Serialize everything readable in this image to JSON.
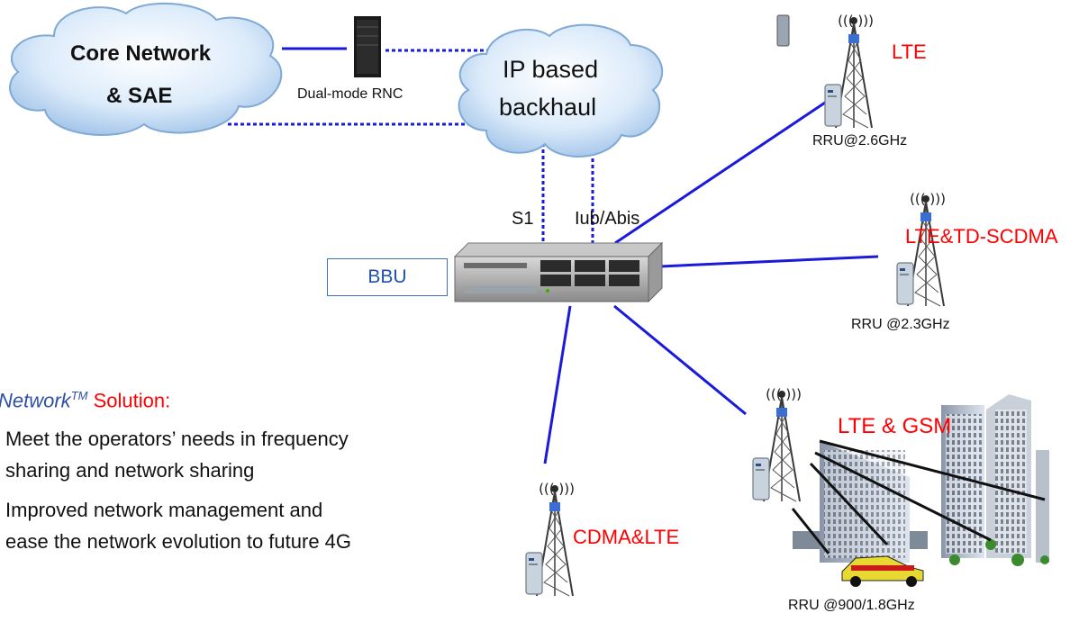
{
  "cloud_core": {
    "line1": "Core Network",
    "line2": "& SAE"
  },
  "cloud_ip": {
    "line1": "IP based",
    "line2": "backhaul"
  },
  "rnc_label": "Dual-mode RNC",
  "bbu_label": "BBU",
  "iface_s1": "S1",
  "iface_iub": "Iub/Abis",
  "sites": {
    "lte": {
      "tech": "LTE",
      "rru": "RRU@2.6GHz"
    },
    "td": {
      "tech": "LTE&TD-SCDMA",
      "rru": "RRU @2.3GHz"
    },
    "gsm": {
      "tech": "LTE & GSM",
      "rru": "RRU @900/1.8GHz"
    },
    "cdma": {
      "tech": "CDMA&LTE"
    }
  },
  "solution": {
    "brand": "Network",
    "tm": "TM",
    "suffix": " Solution:",
    "items": [
      "Meet the operators’ needs in frequency",
      "sharing and network sharing",
      "Improved network management and",
      "ease the network evolution to future 4G"
    ]
  },
  "colors": {
    "link": "#1a1adb",
    "tech_text": "#ff0000",
    "cloud": "#cfe3f7",
    "cloud_edge": "#7fa9d6"
  }
}
